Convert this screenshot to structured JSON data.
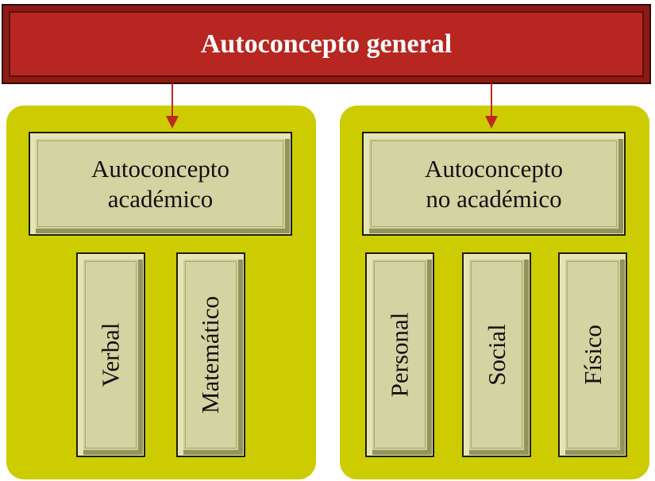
{
  "top": {
    "label": "Autoconcepto general"
  },
  "left_group": {
    "header_line1": "Autoconcepto",
    "header_line2": "académico",
    "items": [
      "Verbal",
      "Matemático"
    ]
  },
  "right_group": {
    "header_line1": "Autoconcepto",
    "header_line2": "no académico",
    "items": [
      "Personal",
      "Social",
      "Físico"
    ]
  },
  "colors": {
    "top_fill": "#b4221c",
    "panel_fill": "#cccc00",
    "box_fill": "#d4d4a2",
    "arrow": "#c0281c"
  }
}
